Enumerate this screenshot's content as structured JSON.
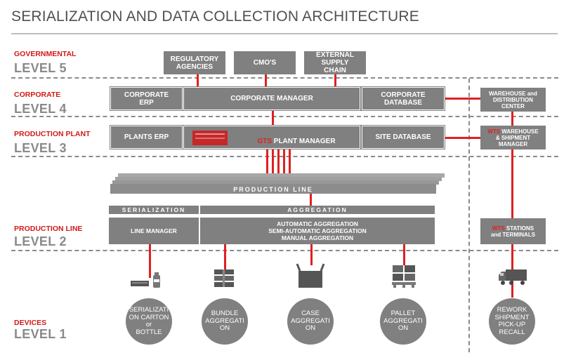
{
  "title": "SERIALIZATION AND DATA COLLECTION ARCHITECTURE",
  "levels": [
    {
      "small": "GOVERNMENTAL",
      "big": "LEVEL 5"
    },
    {
      "small": "CORPORATE",
      "big": "LEVEL 4"
    },
    {
      "small": "PRODUCTION PLANT",
      "big": "LEVEL 3"
    },
    {
      "small": "PRODUCTION LINE",
      "big": "LEVEL 2"
    },
    {
      "small": "DEVICES",
      "big": "LEVEL 1"
    }
  ],
  "level5": {
    "regulatory": "REGULATORY\nAGENCIES",
    "cmo": "CMO'S",
    "external": "EXTERNAL\nSUPPLY\nCHAIN"
  },
  "level4": {
    "erp": "CORPORATE\nERP",
    "manager": "CORPORATE MANAGER",
    "database": "CORPORATE\nDATABASE",
    "warehouse": "WAREHOUSE and\nDISTRIBUTION\nCENTER"
  },
  "level3": {
    "erp": "PLANTS  ERP",
    "gts_prefix": "GTS",
    "manager": " PLANT MANAGER",
    "database": "SITE DATABASE",
    "wts_prefix": "WTS",
    "warehouse": " WAREHOUSE\n& SHIPMENT\nMANAGER"
  },
  "line": {
    "production": "PRODUCTION LINE",
    "serialization": "SERIALIZATION",
    "aggregation": "AGGREGATION",
    "line_manager": "LINE MANAGER",
    "agg_modes": "AUTOMATIC AGGREGATION\nSEMI-AUTOMATIC AGGREGATION\nMANUAL AGGREGATION",
    "wts_prefix": "WTS",
    "stations": " STATIONS\nand TERMINALS"
  },
  "devices": [
    {
      "label": "SERIALIZATI\nON CARTON\nor\nBOTTLE",
      "icon": "serialization-printer-icon"
    },
    {
      "label": "BUNDLE\nAGGREGATI\nON",
      "icon": "bundle-icon"
    },
    {
      "label": "CASE\nAGGREGATI\nON",
      "icon": "case-icon"
    },
    {
      "label": "PALLET\nAGGREGATI\nON",
      "icon": "pallet-icon"
    },
    {
      "label": "REWORK\nSHIPMENT\nPICK-UP\nRECALL",
      "icon": "truck-icon"
    }
  ],
  "colors": {
    "box": "#808080",
    "accent": "#e02020",
    "dash": "#8a8a8a"
  }
}
